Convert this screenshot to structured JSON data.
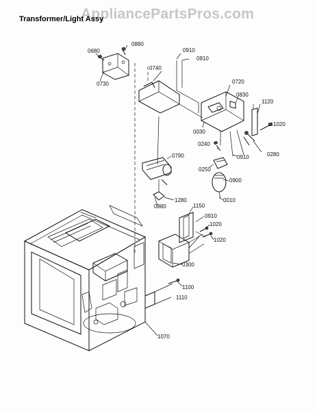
{
  "title": "Transformer/Light Assy",
  "watermark": "AppliancePartsPros.com",
  "part_labels": {
    "p0680": "0680",
    "p0880a": "0880",
    "p0730": "0730",
    "p0740": "0740",
    "p0910a": "0910",
    "p0910b": "0910",
    "p0720": "0720",
    "p0830": "0830",
    "p1120": "1120",
    "p0030": "0030",
    "p1020a": "1020",
    "p0240": "0240",
    "p0910c": "0910",
    "p0280": "0280",
    "p0790": "0790",
    "p0250": "0250",
    "p0900": "0900",
    "p0010": "0010",
    "p0880b": "0880",
    "p1280": "1280",
    "p1150": "1150",
    "p0910d": "0910",
    "p1020b": "1020",
    "p1020c": "1020",
    "p0300": "0300",
    "p1100": "1100",
    "p1110": "1110",
    "p1070": "1070"
  }
}
